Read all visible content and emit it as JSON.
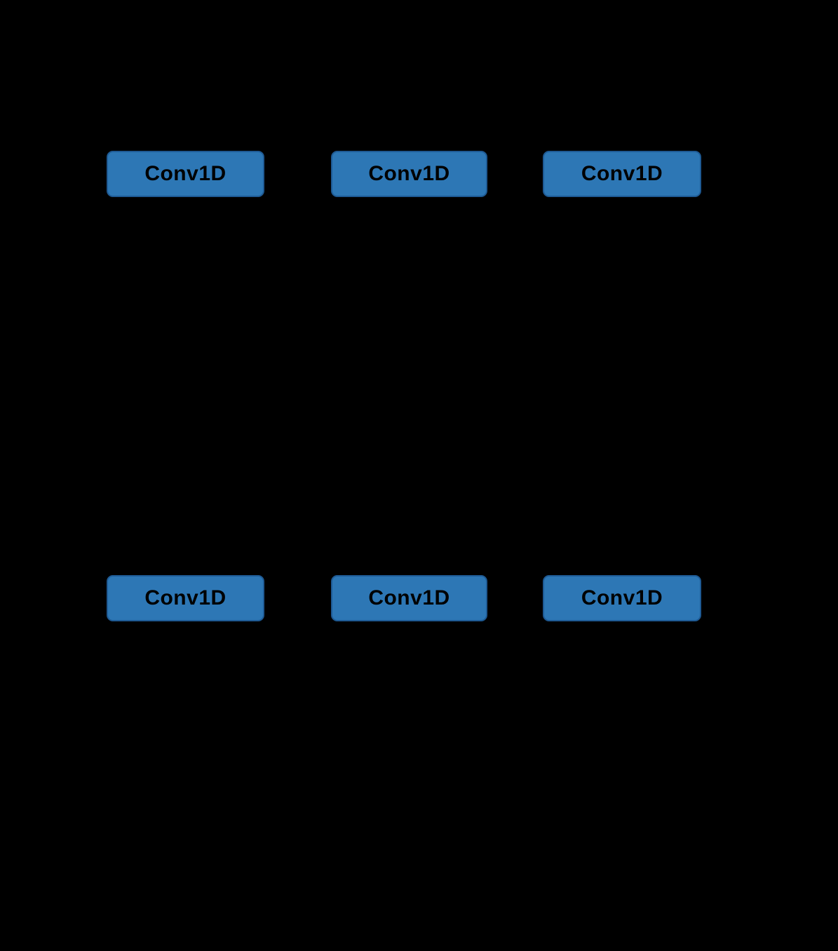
{
  "diagram": {
    "background": "#000000",
    "block_fill": "#2d77b5",
    "block_border": "#1e5a94",
    "block_text_color": "#000000",
    "blocks": [
      {
        "label": "Conv1D",
        "row": "top",
        "position": "left"
      },
      {
        "label": "Conv1D",
        "row": "top",
        "position": "center"
      },
      {
        "label": "Conv1D",
        "row": "top",
        "position": "right"
      },
      {
        "label": "Conv1D",
        "row": "bottom",
        "position": "left"
      },
      {
        "label": "Conv1D",
        "row": "bottom",
        "position": "center"
      },
      {
        "label": "Conv1D",
        "row": "bottom",
        "position": "right"
      }
    ]
  }
}
